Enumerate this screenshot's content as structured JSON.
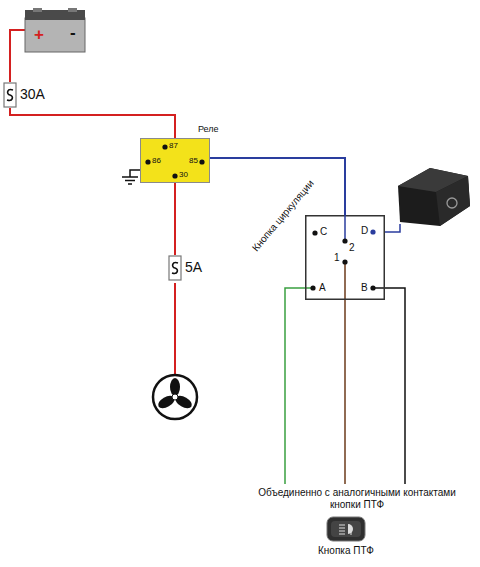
{
  "diagram": {
    "nodes": [
      {
        "text": [
          "+",
          "-"
        ]
      },
      {
        "text": [
          "30A"
        ]
      },
      {
        "text": [
          "Реле",
          "87",
          "86",
          "85",
          "30"
        ]
      },
      {
        "text": [
          "5A"
        ]
      },
      {
        "text": [
          "Кнопка циркуляции",
          "C",
          "2",
          "D",
          "1",
          "A",
          "B"
        ]
      }
    ],
    "edges": [
      {
        "from": 0,
        "to": 1,
        "arrow": "none"
      },
      {
        "from": 1,
        "to": 2,
        "arrow": "none"
      },
      {
        "from": 2,
        "to": 3,
        "arrow": "none"
      },
      {
        "from": 2,
        "to": 4,
        "arrow": "none"
      }
    ],
    "labels": [
      "Объединенно с аналогичными контактами кнопки ПТФ",
      "Кнопка ПТФ"
    ]
  }
}
